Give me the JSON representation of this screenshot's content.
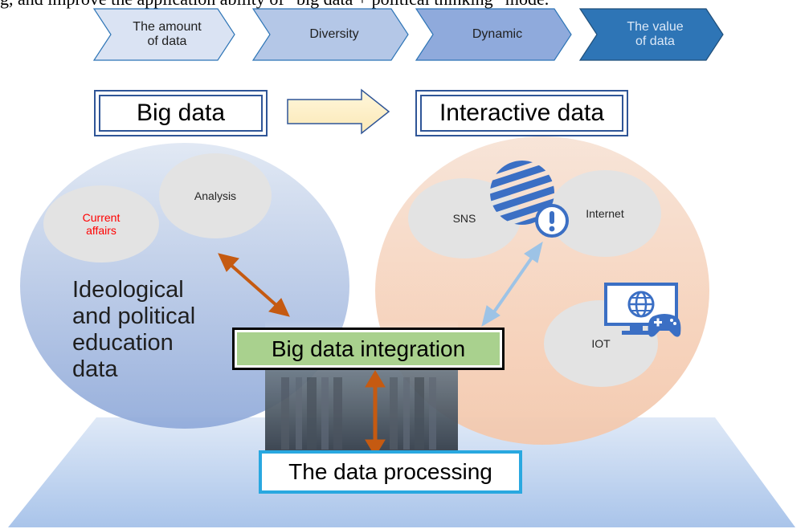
{
  "caption": "g, and improve the application ability of “big data + political thinking” mode.",
  "process_steps": [
    "The amount\nof data",
    "Diversity",
    "Dynamic",
    "The value\nof data"
  ],
  "big_data": "Big data",
  "interactive_data": "Interactive data",
  "left_bubbles": {
    "current": "Current\naffairs",
    "analysis": "Analysis"
  },
  "ideological": "Ideological\nand political\neducation\ndata",
  "right_bubbles": {
    "sns": "SNS",
    "internet": "Internet",
    "iot": "IOT"
  },
  "integration": "Big data integration",
  "processing": "The data processing",
  "colors": {
    "chevron_light": "#dae3f3",
    "chevron_mid": "#b4c7e7",
    "chevron_blue": "#8faadc",
    "chevron_dark": "#2e75b6",
    "orange_arrow": "#c55a11",
    "blue_arrow": "#9dc3e6",
    "green_box": "#a9d18e",
    "processing_border": "#29a8e0",
    "current_affairs_text": "#ff0000"
  },
  "icons": [
    "striped-globe-icon",
    "alert-icon",
    "monitor-globe-icon",
    "gamepad-icon"
  ]
}
